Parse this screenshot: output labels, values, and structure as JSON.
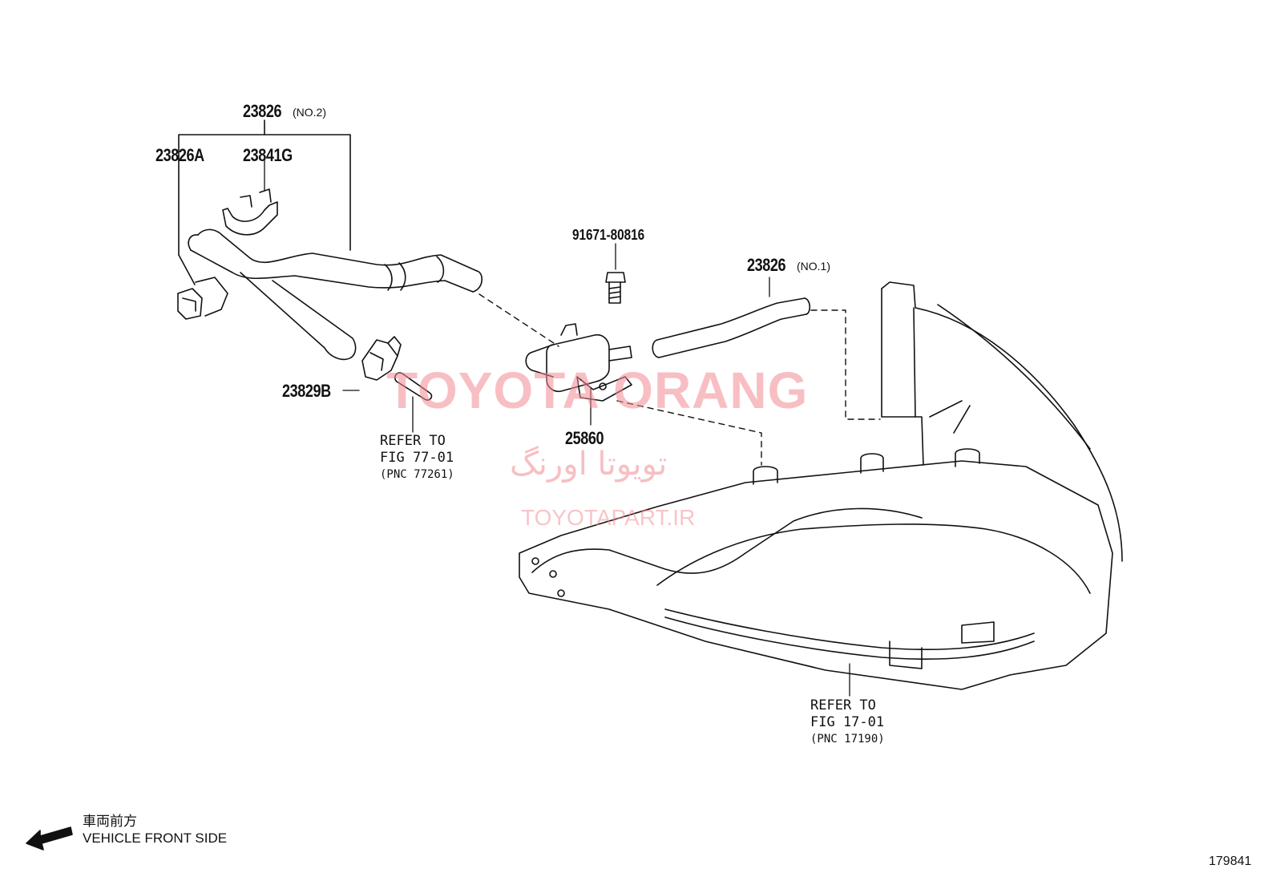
{
  "callouts": {
    "p23826_no2": {
      "num": "23826",
      "sub": "(NO.2)"
    },
    "p23826a": "23826A",
    "p23841g": "23841G",
    "p91671": "91671-80816",
    "p23826_no1": {
      "num": "23826",
      "sub": "(NO.1)"
    },
    "p23829b": "23829B",
    "p25860": "25860",
    "ref77": {
      "line1": "REFER TO",
      "line2": "FIG 77-01",
      "line3": "(PNC 77261)"
    },
    "ref17": {
      "line1": "REFER TO",
      "line2": "FIG 17-01",
      "line3": "(PNC 17190)"
    }
  },
  "front_indicator": {
    "japanese": "車両前方",
    "english": "VEHICLE FRONT SIDE"
  },
  "illustration_number": "179841",
  "watermark": {
    "brand": "TOYOTA ORANG",
    "persian": "تویوتا اورنگ",
    "site": "TOYOTAPART.IR"
  },
  "colors": {
    "line": "#111111",
    "watermark": "#f28b93"
  }
}
